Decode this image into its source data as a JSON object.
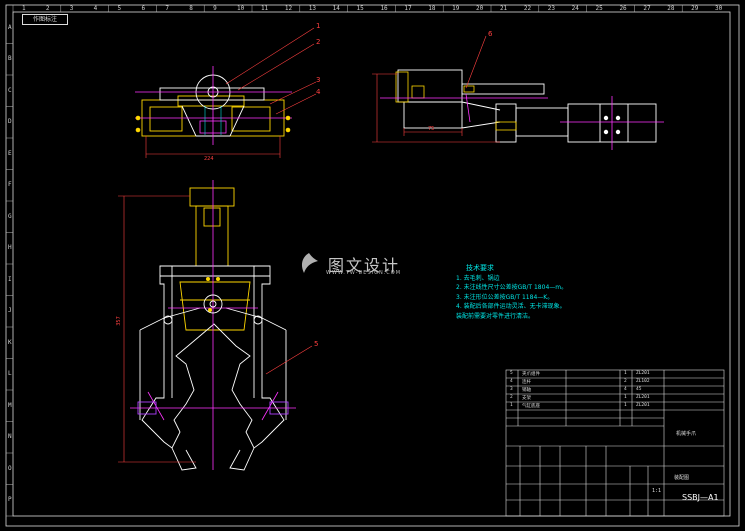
{
  "sheet": {
    "stamp": "作图标注",
    "row_labels": [
      "A",
      "B",
      "C",
      "D",
      "E",
      "F",
      "G",
      "H",
      "I",
      "J",
      "K",
      "L",
      "M",
      "N",
      "O",
      "P"
    ],
    "col_numbers": [
      "1",
      "2",
      "3",
      "4",
      "5",
      "6",
      "7",
      "8",
      "9",
      "10",
      "11",
      "12",
      "13",
      "14",
      "15",
      "16",
      "17",
      "18",
      "19",
      "20",
      "21",
      "22",
      "23",
      "24",
      "25",
      "26",
      "27",
      "28",
      "29",
      "30"
    ]
  },
  "callouts": [
    "1",
    "2",
    "3",
    "4",
    "5",
    "6"
  ],
  "dimensions": {
    "top_width": "224",
    "side_length": "75",
    "front_height": "357"
  },
  "watermark": {
    "text": "图文设计",
    "sub": "WWW.TW-DESIGN.COM"
  },
  "tech_requirements": {
    "title": "技术要求",
    "items": [
      "1. 去毛刺、锅边",
      "2. 未注线性尺寸公差按GB/T 1804—m。",
      "3. 未注形位公差按GB/T 1184—K。",
      "4. 装配后各部件运动灵活、无卡滞现象。",
      "   装配前需要对零件进行清洁。"
    ]
  },
  "parts_list": [
    {
      "no": "5",
      "name": "夹爪组件",
      "qty": "1",
      "material": "ZL201"
    },
    {
      "no": "4",
      "name": "连杆",
      "qty": "2",
      "material": "ZL102"
    },
    {
      "no": "3",
      "name": "销轴",
      "qty": "4",
      "material": "45"
    },
    {
      "no": "2",
      "name": "支架",
      "qty": "1",
      "material": "ZL201"
    },
    {
      "no": "1",
      "name": "气缸底座",
      "qty": "1",
      "material": "ZL201"
    }
  ],
  "title_block": {
    "drawing_name": "机械手爪",
    "assembly": "装配图",
    "scale": "1:1",
    "drawing_no": "SSBJ—A1"
  }
}
